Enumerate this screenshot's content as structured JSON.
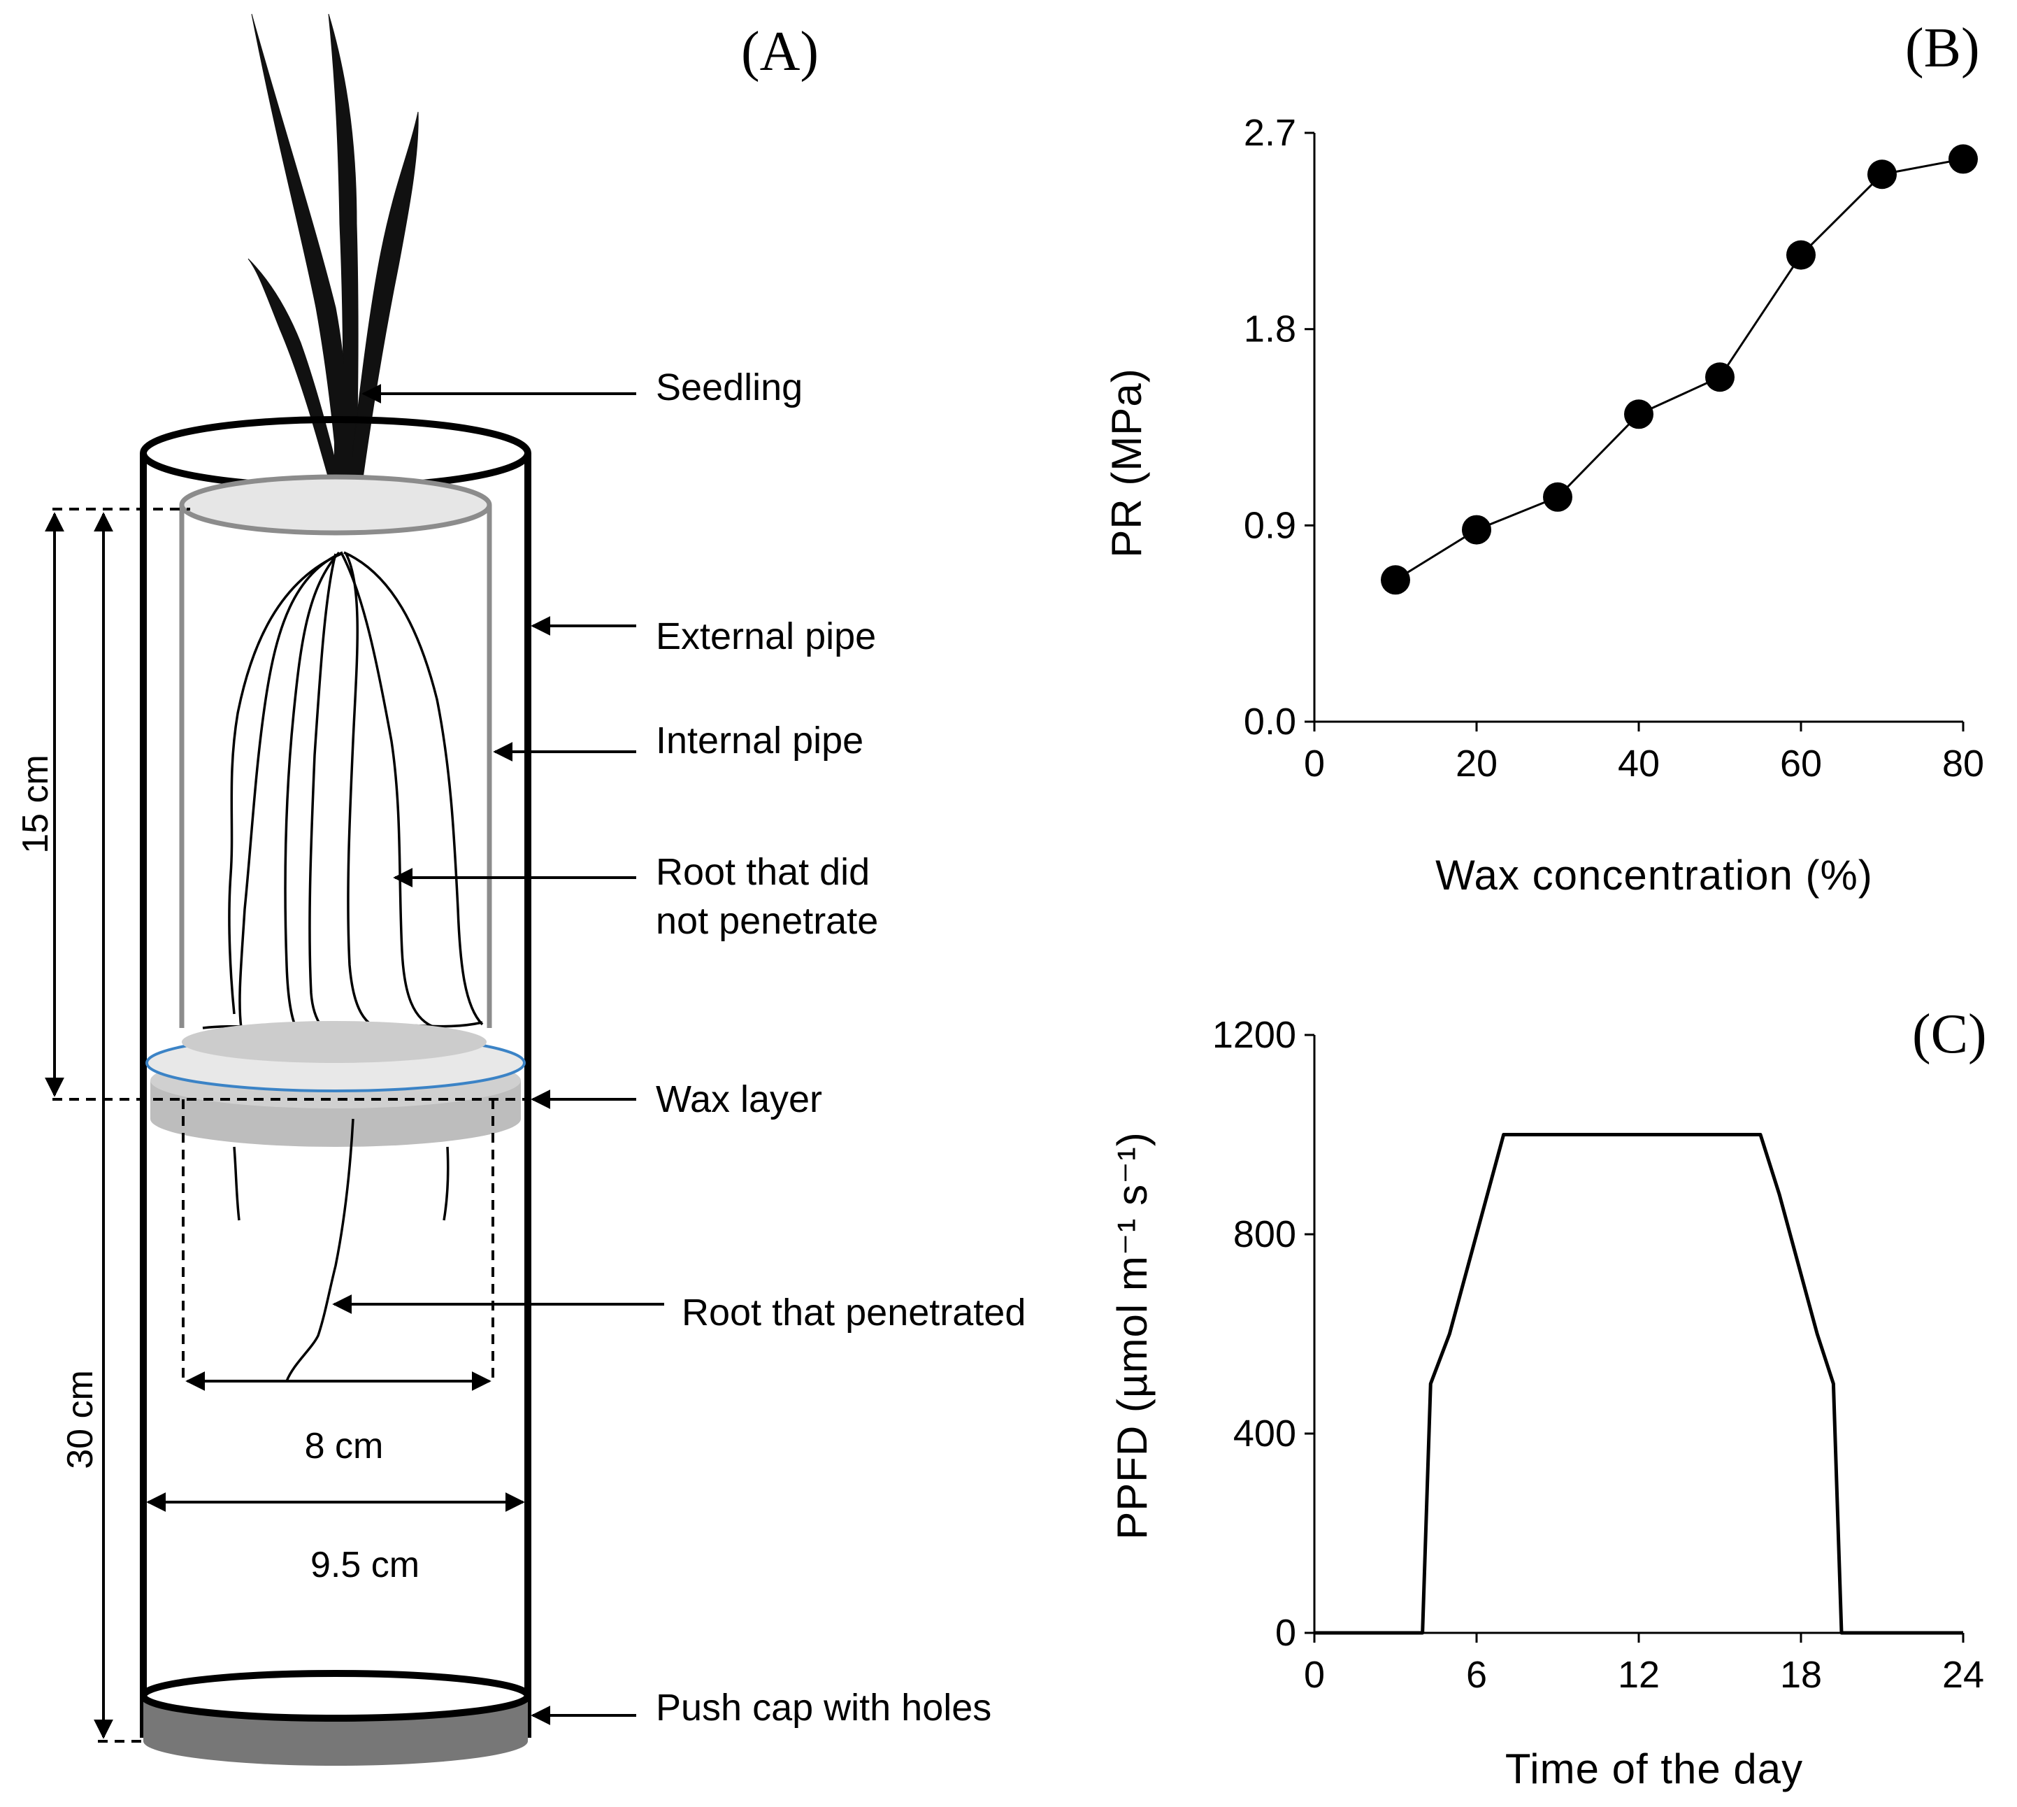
{
  "panels": {
    "a_letter": "(A)",
    "b_letter": "(B)",
    "c_letter": "(C)"
  },
  "diagram": {
    "labels": {
      "seedling": "Seedling",
      "external_pipe": "External pipe",
      "internal_pipe": "Internal pipe",
      "root_not_penetrate_1": "Root that did",
      "root_not_penetrate_2": "not penetrate",
      "wax_layer": "Wax layer",
      "root_penetrated": "Root that penetrated",
      "push_cap": "Push cap with holes"
    },
    "dimensions": {
      "depth_15": "15 cm",
      "depth_30": "30 cm",
      "inner_width": "8 cm",
      "outer_width": "9.5 cm"
    }
  },
  "chart_data": [
    {
      "type": "line",
      "panel": "B",
      "xlabel": "Wax concentration (%)",
      "ylabel": "PR (MPa)",
      "xlim": [
        0,
        80
      ],
      "ylim": [
        0,
        2.7
      ],
      "xticks": [
        "0",
        "20",
        "40",
        "60",
        "80"
      ],
      "yticks": [
        "0.0",
        "0.9",
        "1.8",
        "2.7"
      ],
      "markers": true,
      "x": [
        10,
        20,
        30,
        40,
        50,
        60,
        70,
        80
      ],
      "y": [
        0.65,
        0.88,
        1.03,
        1.41,
        1.58,
        2.14,
        2.51,
        2.58
      ]
    },
    {
      "type": "line",
      "panel": "C",
      "xlabel": "Time of the day",
      "ylabel": "PPFD (µmol m⁻¹ s⁻¹)",
      "xlim": [
        0,
        24
      ],
      "ylim": [
        0,
        1200
      ],
      "xticks": [
        "0",
        "6",
        "12",
        "18",
        "24"
      ],
      "yticks": [
        "0",
        "400",
        "800",
        "1200"
      ],
      "markers": false,
      "x": [
        0,
        4.0,
        4.3,
        5.0,
        5.6,
        6.4,
        7.0,
        16.5,
        17.2,
        18.0,
        18.6,
        19.2,
        19.5,
        24
      ],
      "y": [
        0,
        0,
        500,
        600,
        720,
        880,
        1000,
        1000,
        880,
        720,
        600,
        500,
        0,
        0
      ]
    }
  ]
}
